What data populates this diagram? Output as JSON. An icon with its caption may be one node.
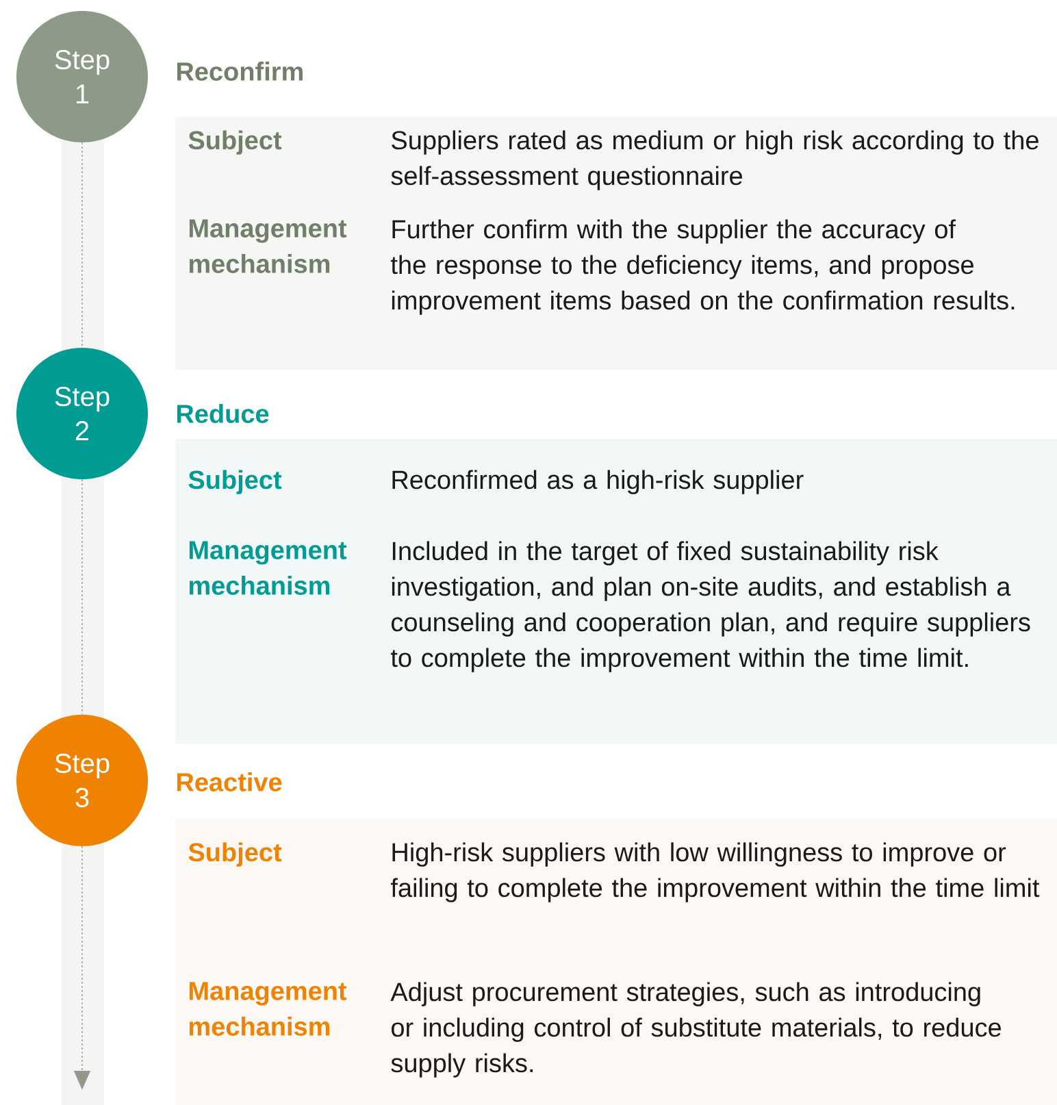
{
  "diagram": {
    "nodes": [
      {
        "text": [
          "Step 1"
        ]
      },
      {
        "text": [
          "Reconfirm",
          "Subject",
          "Suppliers rated as medium or high risk according to the self-assessment questionnaire",
          "Management mechanism",
          "Further confirm with the supplier the accuracy of the response to the deficiency items, and propose improvement items based on the confirmation results."
        ]
      },
      {
        "text": [
          "Step 2"
        ]
      },
      {
        "text": [
          "Reduce",
          "Subject",
          "Reconfirmed as a high-risk supplier",
          "Management mechanism",
          "Included in the target of fixed sustainability risk investigation, and plan on-site audits, and establish a counseling and cooperation plan, and require suppliers to complete the improvement within the time limit."
        ]
      },
      {
        "text": [
          "Step 3"
        ]
      },
      {
        "text": [
          "Reactive",
          "Subject",
          "High-risk suppliers with low willingness to improve or failing to complete the improvement within the time limit",
          "Management mechanism",
          "Adjust procurement strategies, such as introducing or including control of substitute materials, to reduce supply risks."
        ]
      }
    ],
    "edges": [
      {
        "from": 0,
        "to": 2,
        "arrow": "none",
        "style": "dashed"
      },
      {
        "from": 2,
        "to": 4,
        "arrow": "none",
        "style": "dashed"
      },
      {
        "from": 4,
        "to": null,
        "arrow": "to",
        "style": "dashed"
      }
    ]
  }
}
